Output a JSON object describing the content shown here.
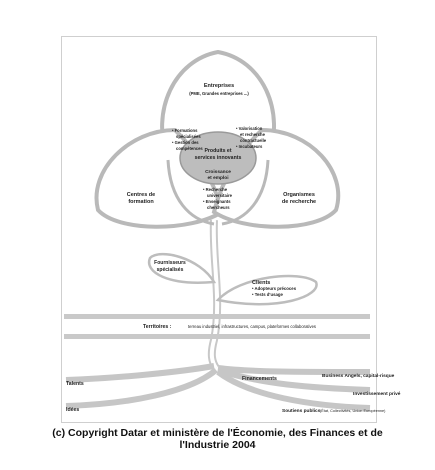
{
  "diagram": {
    "entreprises": {
      "title": "Entreprises",
      "subtitle": "(PME, Grandes entreprises ...)"
    },
    "left_items": [
      "• Formations",
      "spécialisées",
      "• Gestion des",
      "compétences"
    ],
    "right_items": [
      "• Valorisation",
      "et recherche",
      "contractuelle",
      "• Incubateurs"
    ],
    "center": {
      "line1": "Produits et",
      "line2": "services innovants"
    },
    "croissance": {
      "line1": "Croissance",
      "line2": "et emploi"
    },
    "bottom_items": [
      "• Recherche",
      "universitaire",
      "• Enseignants",
      "chercheurs"
    ],
    "centres": {
      "line1": "Centres de",
      "line2": "formation"
    },
    "organismes": {
      "line1": "Organismes",
      "line2": "de recherche"
    },
    "fournisseurs": {
      "line1": "Fournisseurs",
      "line2": "spécialisés"
    },
    "clients": {
      "title": "Clients",
      "item1": "• Adopteurs précoces",
      "item2": "• Tests d'usage"
    },
    "territoires": {
      "label": "Territoires :",
      "text": "terreau industriel, infrastructures, campus, plateformes collaboratives"
    },
    "flows": {
      "talents": "Talents",
      "idees": "Idées",
      "financements": "Financements",
      "business_angels": "Business Angels, capital-risque",
      "investissement": "Investissement privé",
      "soutiens": "Soutiens publics",
      "soutiens_detail": "(État, Collectivités, Union Européenne)"
    }
  },
  "caption": {
    "line1": "(c) Copyright Datar et ministère de l'Économie, des Finances et de",
    "line2": "l'Industrie 2004"
  }
}
